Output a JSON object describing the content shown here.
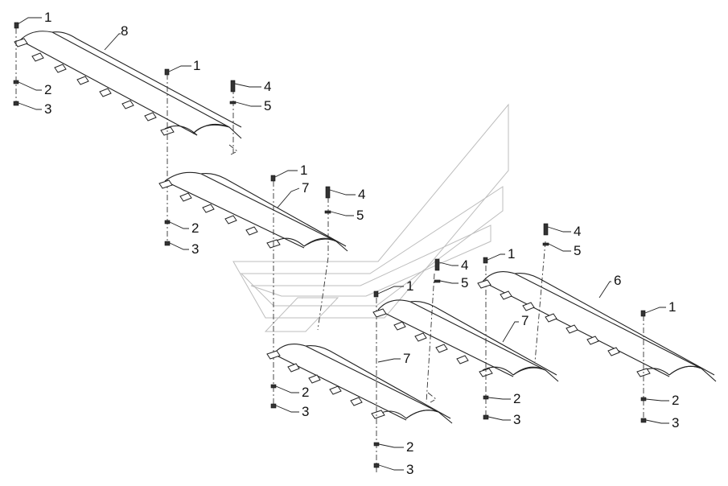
{
  "callouts": {
    "c1": "1",
    "c2": "2",
    "c3": "3",
    "c4": "4",
    "c5": "5",
    "c6": "6",
    "c7": "7",
    "c8": "8"
  },
  "parts": {
    "bolt": "1",
    "washer": "2",
    "nut": "3",
    "screw": "4",
    "screw_washer": "5",
    "guard_right": "6",
    "guard_middle": "7",
    "guard_top": "8"
  }
}
